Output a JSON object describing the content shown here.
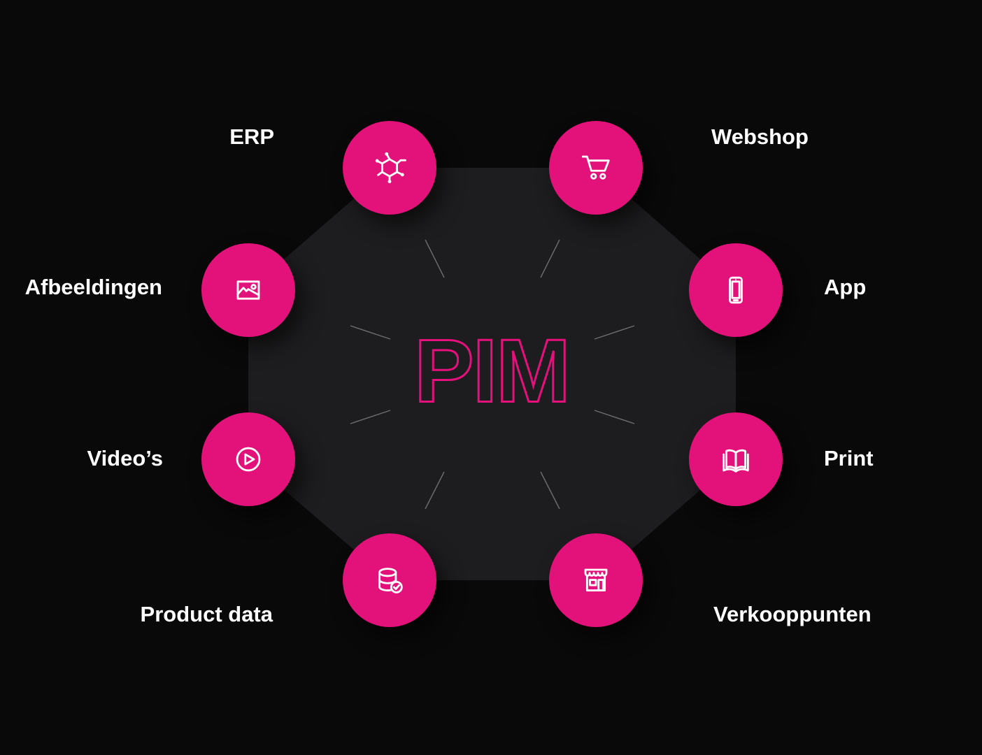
{
  "center": {
    "label": "PIM"
  },
  "colors": {
    "background": "#09090a",
    "octagon": "#1d1d1f",
    "node_fill": "#e2127a",
    "pim_stroke": "#e5107c",
    "icon_stroke": "#ffffff",
    "label_color": "#ffffff",
    "ray_color": "#7d7d7d"
  },
  "nodes": [
    {
      "id": "erp",
      "label": "ERP",
      "icon": "molecule-icon"
    },
    {
      "id": "webshop",
      "label": "Webshop",
      "icon": "cart-icon"
    },
    {
      "id": "afbeeldingen",
      "label": "Afbeeldingen",
      "icon": "image-icon"
    },
    {
      "id": "app",
      "label": "App",
      "icon": "smartphone-icon"
    },
    {
      "id": "videos",
      "label": "Video’s",
      "icon": "play-icon"
    },
    {
      "id": "print",
      "label": "Print",
      "icon": "book-icon"
    },
    {
      "id": "product-data",
      "label": "Product data",
      "icon": "database-check-icon"
    },
    {
      "id": "verkooppunten",
      "label": "Verkooppunten",
      "icon": "storefront-icon"
    }
  ]
}
